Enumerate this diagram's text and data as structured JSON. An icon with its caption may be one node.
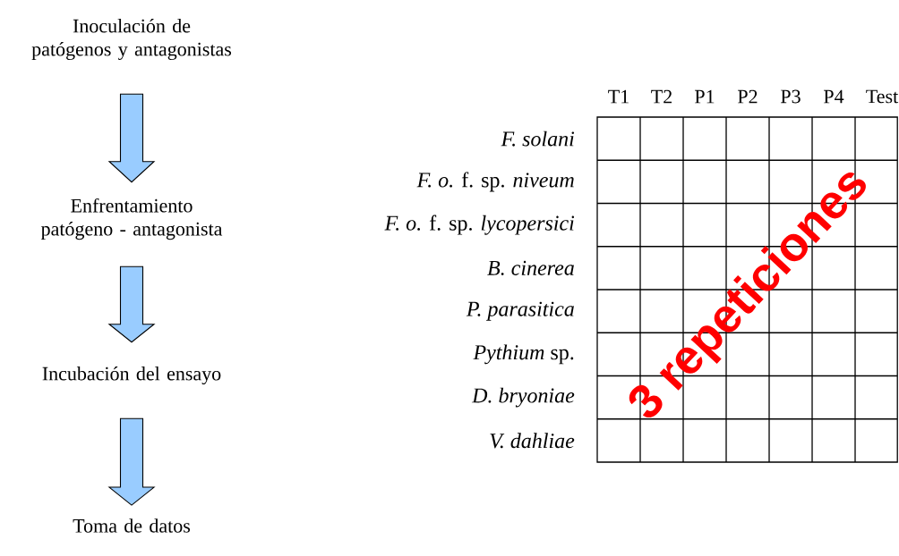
{
  "diagram": {
    "nodes": [
      {
        "text": [
          "Inoculación de patógenos y antagonistas"
        ]
      },
      {
        "text": [
          "Enfrentamiento patógeno - antagonista"
        ]
      },
      {
        "text": [
          "Incubación del ensayo"
        ]
      },
      {
        "text": [
          "Toma de datos"
        ]
      }
    ],
    "edges": [
      {
        "from": 0,
        "to": 1,
        "arrow": "to"
      },
      {
        "from": 1,
        "to": 2,
        "arrow": "to"
      },
      {
        "from": 2,
        "to": 3,
        "arrow": "to"
      }
    ],
    "labels": [
      "T1",
      "T2",
      "P1",
      "P2",
      "P3",
      "P4",
      "Test",
      "F. solani",
      "*F. o.* f. sp. *niveum*",
      "*F. o.* f. sp. *lycopersici*",
      "B. cinerea",
      "P. parasitica",
      "*Pythium* sp.",
      "D. bryoniae",
      "V. dahliae",
      "3 repeticiones"
    ]
  }
}
